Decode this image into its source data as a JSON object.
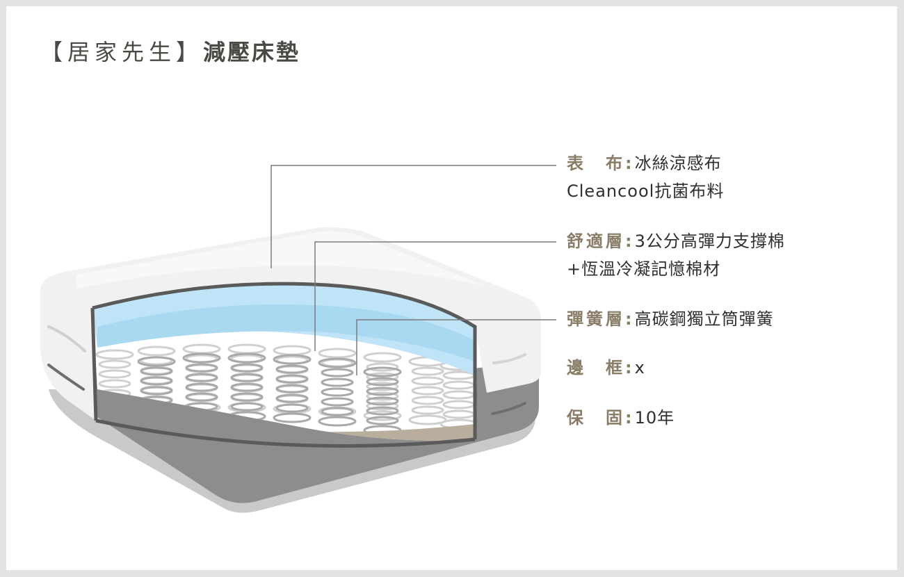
{
  "header": {
    "brand": "【居家先生】",
    "product": "減壓床墊"
  },
  "specs": [
    {
      "label": "表　布",
      "sep": ":",
      "value": "冰絲涼感布",
      "sub": "Cleancool抗菌布料"
    },
    {
      "label": "舒適層",
      "sep": ":",
      "value": "3公分高彈力支撐棉",
      "sub": "+恆溫冷凝記憶棉材"
    },
    {
      "label": "彈簧層",
      "sep": ":",
      "value": "高碳鋼獨立筒彈簧"
    },
    {
      "label": "邊　框",
      "sep": ":",
      "value": "x"
    },
    {
      "label": "保　固",
      "sep": ":",
      "value": "10年"
    }
  ],
  "colors": {
    "label": "#8a7d68",
    "title": "#4a4a44",
    "leader_line": "#7a7a7a",
    "comfort_layer": "#bfe4f7",
    "base_floor": "#b9ae9d",
    "side_band": "#8d8d8d"
  }
}
